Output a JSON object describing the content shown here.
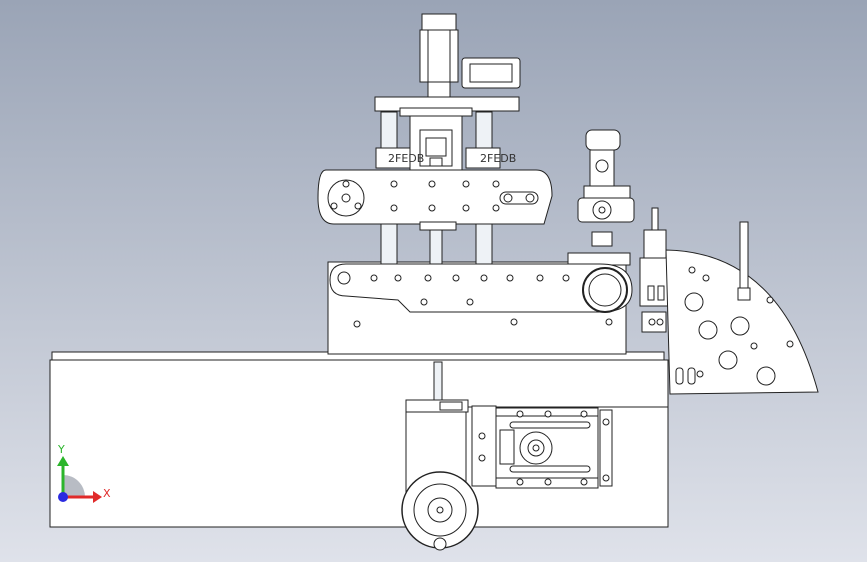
{
  "viewport": {
    "background_top": "#9aa4b6",
    "background_bottom": "#dfe2ea"
  },
  "triad": {
    "y_label": "Y",
    "x_label": "X",
    "y_color": "#2bb52b",
    "x_color": "#e02a2a",
    "z_color": "#2a2ae0"
  },
  "colors": {
    "part_fill": "#ffffff",
    "part_stroke": "#222222",
    "shaft_fill": "#eef2f6",
    "hole_fill": "#ffffff"
  },
  "logo_text": "2FEDB"
}
